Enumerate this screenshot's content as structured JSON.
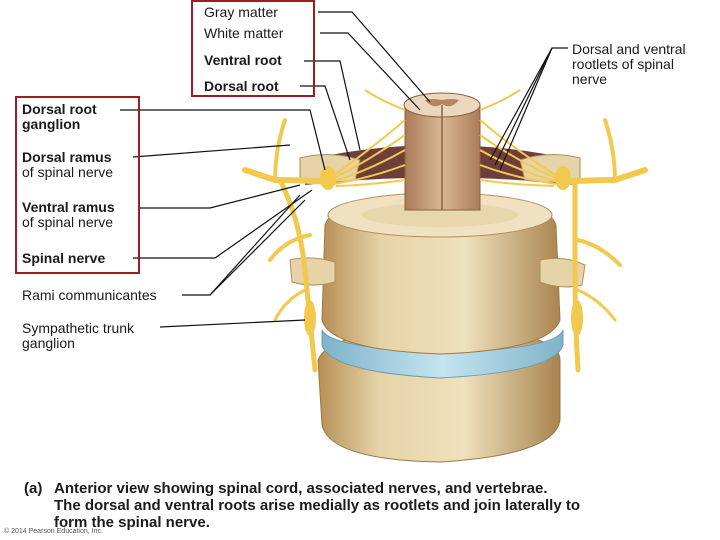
{
  "labels": {
    "gray_matter": "Gray matter",
    "white_matter": "White matter",
    "ventral_root": "Ventral root",
    "dorsal_root": "Dorsal root",
    "rootlets": [
      "Dorsal and ventral",
      "rootlets of spinal",
      "nerve"
    ],
    "drg": [
      "Dorsal root",
      "ganglion"
    ],
    "dorsal_ramus": [
      "Dorsal ramus",
      "of spinal nerve"
    ],
    "ventral_ramus": [
      "Ventral ramus",
      "of spinal nerve"
    ],
    "spinal_nerve": "Spinal nerve",
    "rami": "Rami communicantes",
    "sympathetic": [
      "Sympathetic trunk",
      "ganglion"
    ]
  },
  "caption": {
    "tag": "(a)",
    "line1": "Anterior view showing spinal cord, associated nerves, and vertebrae.",
    "line2": "The dorsal and ventral roots arise medially as rootlets and join laterally to",
    "line3": "form the spinal nerve."
  },
  "copyright": "© 2014 Pearson Education, Inc.",
  "colors": {
    "highlight_box": "#a11c22",
    "bone": "#e2cc9c",
    "nerve": "#f2c94c",
    "disc": "#a9d4e6",
    "cord": "#c99f78"
  }
}
